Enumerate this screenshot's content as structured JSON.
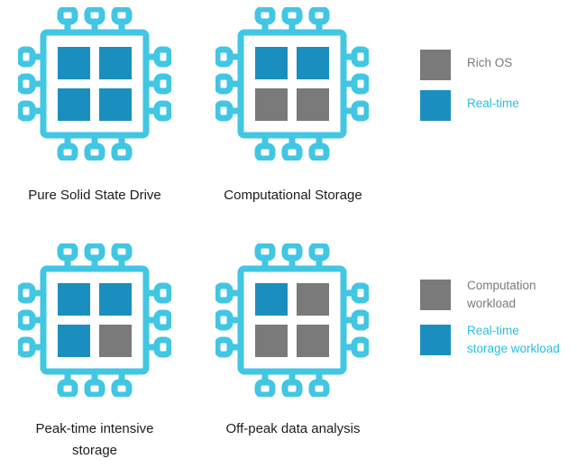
{
  "colors": {
    "outline": "#41c6e3",
    "fill": "#ffffff",
    "gray": "#7a7a7a",
    "blue": "#1a8fbf",
    "legend_gray_text": "#7a7a7a",
    "legend_blue_text": "#2cbde0"
  },
  "chips": [
    {
      "caption": "Pure Solid State Drive",
      "cells": [
        "blue",
        "blue",
        "blue",
        "blue"
      ]
    },
    {
      "caption": "Computational Storage",
      "cells": [
        "blue",
        "blue",
        "gray",
        "gray"
      ]
    },
    {
      "caption": "Peak-time intensive\nstorage",
      "cells": [
        "blue",
        "blue",
        "blue",
        "gray"
      ]
    },
    {
      "caption": "Off-peak data analysis",
      "cells": [
        "blue",
        "gray",
        "gray",
        "gray"
      ]
    }
  ],
  "legend_top": [
    {
      "label": "Rich OS",
      "color": "gray"
    },
    {
      "label": "Real-time",
      "color": "blue"
    }
  ],
  "legend_bottom": [
    {
      "label": "Computation\nworkload",
      "color": "gray"
    },
    {
      "label": "Real-time\nstorage workload",
      "color": "blue"
    }
  ]
}
